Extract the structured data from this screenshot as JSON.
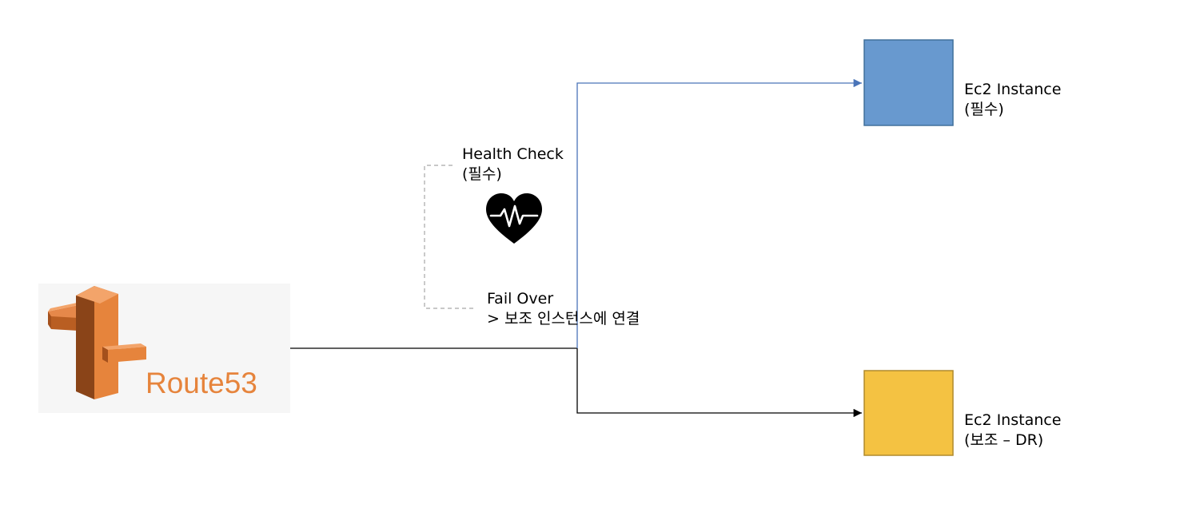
{
  "route53": {
    "label": "Route53",
    "brand_color": "#e6843c"
  },
  "health_check": {
    "line1": "Health Check",
    "line2": "(필수)",
    "icon": "heart-pulse-icon"
  },
  "fail_over": {
    "line1": "Fail Over",
    "line2": "> 보조 인스턴스에 연결"
  },
  "primary_instance": {
    "line1": "Ec2 Instance",
    "line2": "(필수)",
    "fill": "#6899cf",
    "border": "#41719c"
  },
  "dr_instance": {
    "line1": "Ec2 Instance",
    "line2": "(보조 – DR)",
    "fill": "#f4c242",
    "border": "#b08a2c"
  },
  "connectors": {
    "primary_color": "#4a74b8",
    "dr_color": "#000000",
    "healthcheck_color": "#a6a6a6"
  }
}
